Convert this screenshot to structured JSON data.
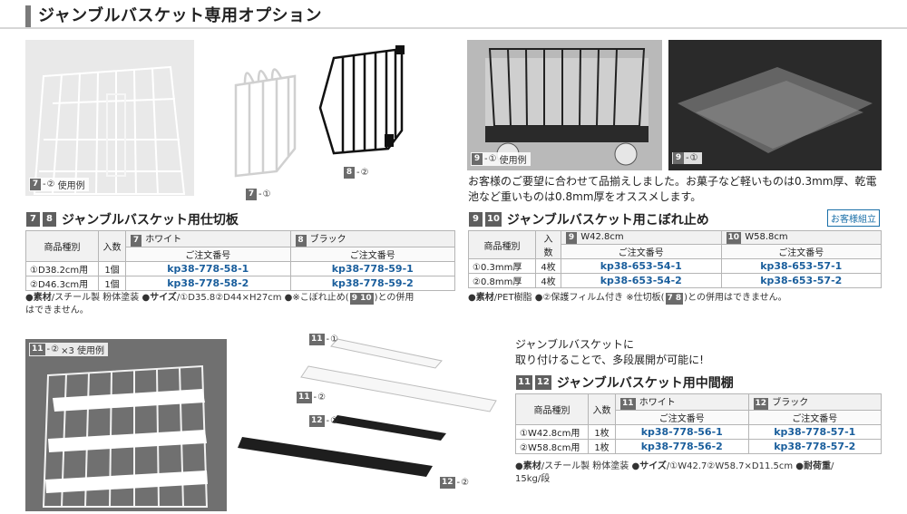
{
  "header": {
    "title": "ジャンブルバスケット専用オプション"
  },
  "tags": {
    "usage_78": {
      "a": "7",
      "b": "2",
      "text": "使用例"
    },
    "item_7_1": {
      "a": "7",
      "b": "1"
    },
    "item_8_2": {
      "a": "8",
      "b": "2"
    },
    "usage_91": {
      "a": "9",
      "b": "1",
      "text": "使用例"
    },
    "item_9_1": {
      "a": "9",
      "b": "1"
    },
    "usage_11": {
      "a": "11",
      "b": "2",
      "text": "×3 使用例"
    },
    "item_11_1": {
      "a": "11",
      "b": "1"
    },
    "item_11_2": {
      "a": "11",
      "b": "2"
    },
    "item_12_1": {
      "a": "12",
      "b": "1"
    },
    "item_12_2": {
      "a": "12",
      "b": "2"
    }
  },
  "section1": {
    "nums": [
      "7",
      "8"
    ],
    "title": "ジャンブルバスケット用仕切板",
    "table": {
      "col_type": "商品種別",
      "col_qty": "入数",
      "color1_num": "7",
      "color1": "ホワイト",
      "color2_num": "8",
      "color2": "ブラック",
      "order_no": "ご注文番号",
      "rows": [
        {
          "name": "①D38.2cm用",
          "qty": "1個",
          "code1": "kp38-778-58-1",
          "code2": "kp38-778-59-1"
        },
        {
          "name": "②D46.3cm用",
          "qty": "1個",
          "code1": "kp38-778-58-2",
          "code2": "kp38-778-59-2"
        }
      ]
    },
    "note": {
      "material_label": "●素材",
      "material": "/スチール製 粉体塗装",
      "size_label": "●サイズ",
      "size": "/①D35.8②D44×H27cm",
      "extra": "●※こぼれ止め(",
      "ref": "9 10",
      "extra2": ")との併用",
      "line2": "はできません。"
    }
  },
  "section2": {
    "desc1": "お客様のご要望に合わせて品揃えしました。お菓子など軽いものは0.3mm厚、乾電",
    "desc2": "池など重いものは0.8mm厚をオススメします。",
    "nums": [
      "9",
      "10"
    ],
    "title": "ジャンブルバスケット用こぼれ止め",
    "badge": "お客様組立",
    "table": {
      "col_type": "商品種別",
      "col_qty": "入数",
      "color1_num": "9",
      "color1": "W42.8cm",
      "color2_num": "10",
      "color2": "W58.8cm",
      "order_no": "ご注文番号",
      "rows": [
        {
          "name": "①0.3mm厚",
          "qty": "4枚",
          "code1": "kp38-653-54-1",
          "code2": "kp38-653-57-1"
        },
        {
          "name": "②0.8mm厚",
          "qty": "4枚",
          "code1": "kp38-653-54-2",
          "code2": "kp38-653-57-2"
        }
      ]
    },
    "note": {
      "material_label": "●素材",
      "material": "/PET樹脂 ●②保護フィルム付き ※仕切板(",
      "ref": "7 8",
      "extra": ")との併用はできません。"
    }
  },
  "section3": {
    "desc1": "ジャンブルバスケットに",
    "desc2": "取り付けることで、多段展開が可能に!",
    "nums": [
      "11",
      "12"
    ],
    "title": "ジャンブルバスケット用中間棚",
    "table": {
      "col_type": "商品種別",
      "col_qty": "入数",
      "color1_num": "11",
      "color1": "ホワイト",
      "color2_num": "12",
      "color2": "ブラック",
      "order_no": "ご注文番号",
      "rows": [
        {
          "name": "①W42.8cm用",
          "qty": "1枚",
          "code1": "kp38-778-56-1",
          "code2": "kp38-778-57-1"
        },
        {
          "name": "②W58.8cm用",
          "qty": "1枚",
          "code1": "kp38-778-56-2",
          "code2": "kp38-778-57-2"
        }
      ]
    },
    "note": {
      "material_label": "●素材",
      "material": "/スチール製 粉体塗装 ",
      "size_label": "●サイズ",
      "size": "/①W42.7②W58.7×D11.5cm ",
      "load_label": "●耐荷重",
      "load": "/",
      "line2": "15kg/段"
    }
  },
  "colors": {
    "accent_blue": "#1a5e9c",
    "tag_gray": "#6b6b6b"
  }
}
